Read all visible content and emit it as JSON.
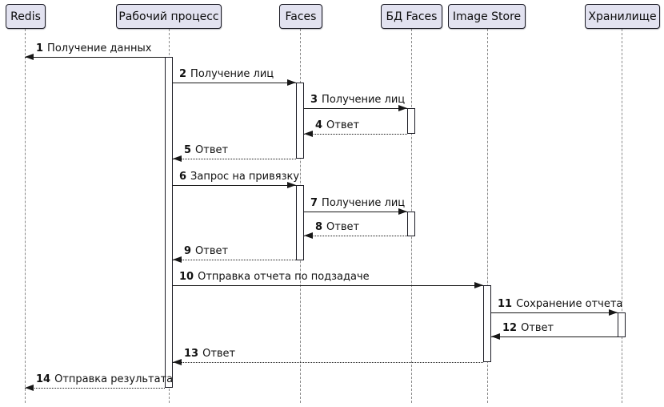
{
  "diagram": {
    "type": "sequence-diagram",
    "colors": {
      "participant_fill": "#e2e2f0",
      "participant_border": "#1b1b24",
      "message_line": "#181818",
      "lifeline": "#8a8a8a",
      "activation_fill": "#fefefe",
      "background": "#ffffff"
    }
  },
  "participants": [
    {
      "name": "Redis"
    },
    {
      "name": "Рабочий процесс"
    },
    {
      "name": "Faces"
    },
    {
      "name": "БД Faces"
    },
    {
      "name": "Image Store"
    },
    {
      "name": "Хранилище"
    }
  ],
  "messages": [
    {
      "num": "1",
      "text": "Получение данных",
      "from": "Рабочий процесс",
      "to": "Redis",
      "style": "solid"
    },
    {
      "num": "2",
      "text": "Получение лиц",
      "from": "Рабочий процесс",
      "to": "Faces",
      "style": "solid"
    },
    {
      "num": "3",
      "text": "Получение лиц",
      "from": "Faces",
      "to": "БД Faces",
      "style": "solid"
    },
    {
      "num": "4",
      "text": "Ответ",
      "from": "БД Faces",
      "to": "Faces",
      "style": "dotted"
    },
    {
      "num": "5",
      "text": "Ответ",
      "from": "Faces",
      "to": "Рабочий процесс",
      "style": "dotted"
    },
    {
      "num": "6",
      "text": "Запрос на привязку",
      "from": "Рабочий процесс",
      "to": "Faces",
      "style": "solid"
    },
    {
      "num": "7",
      "text": "Получение лиц",
      "from": "Faces",
      "to": "БД Faces",
      "style": "solid"
    },
    {
      "num": "8",
      "text": "Ответ",
      "from": "БД Faces",
      "to": "Faces",
      "style": "dotted"
    },
    {
      "num": "9",
      "text": "Ответ",
      "from": "Faces",
      "to": "Рабочий процесс",
      "style": "dotted"
    },
    {
      "num": "10",
      "text": "Отправка отчета по подзадаче",
      "from": "Рабочий процесс",
      "to": "Image Store",
      "style": "solid"
    },
    {
      "num": "11",
      "text": "Сохранение отчета",
      "from": "Image Store",
      "to": "Хранилище",
      "style": "solid"
    },
    {
      "num": "12",
      "text": "Ответ",
      "from": "Хранилище",
      "to": "Image Store",
      "style": "solid"
    },
    {
      "num": "13",
      "text": "Ответ",
      "from": "Image Store",
      "to": "Рабочий процесс",
      "style": "dotted"
    },
    {
      "num": "14",
      "text": "Отправка результата",
      "from": "Рабочий процесс",
      "to": "Redis",
      "style": "dotted"
    }
  ]
}
